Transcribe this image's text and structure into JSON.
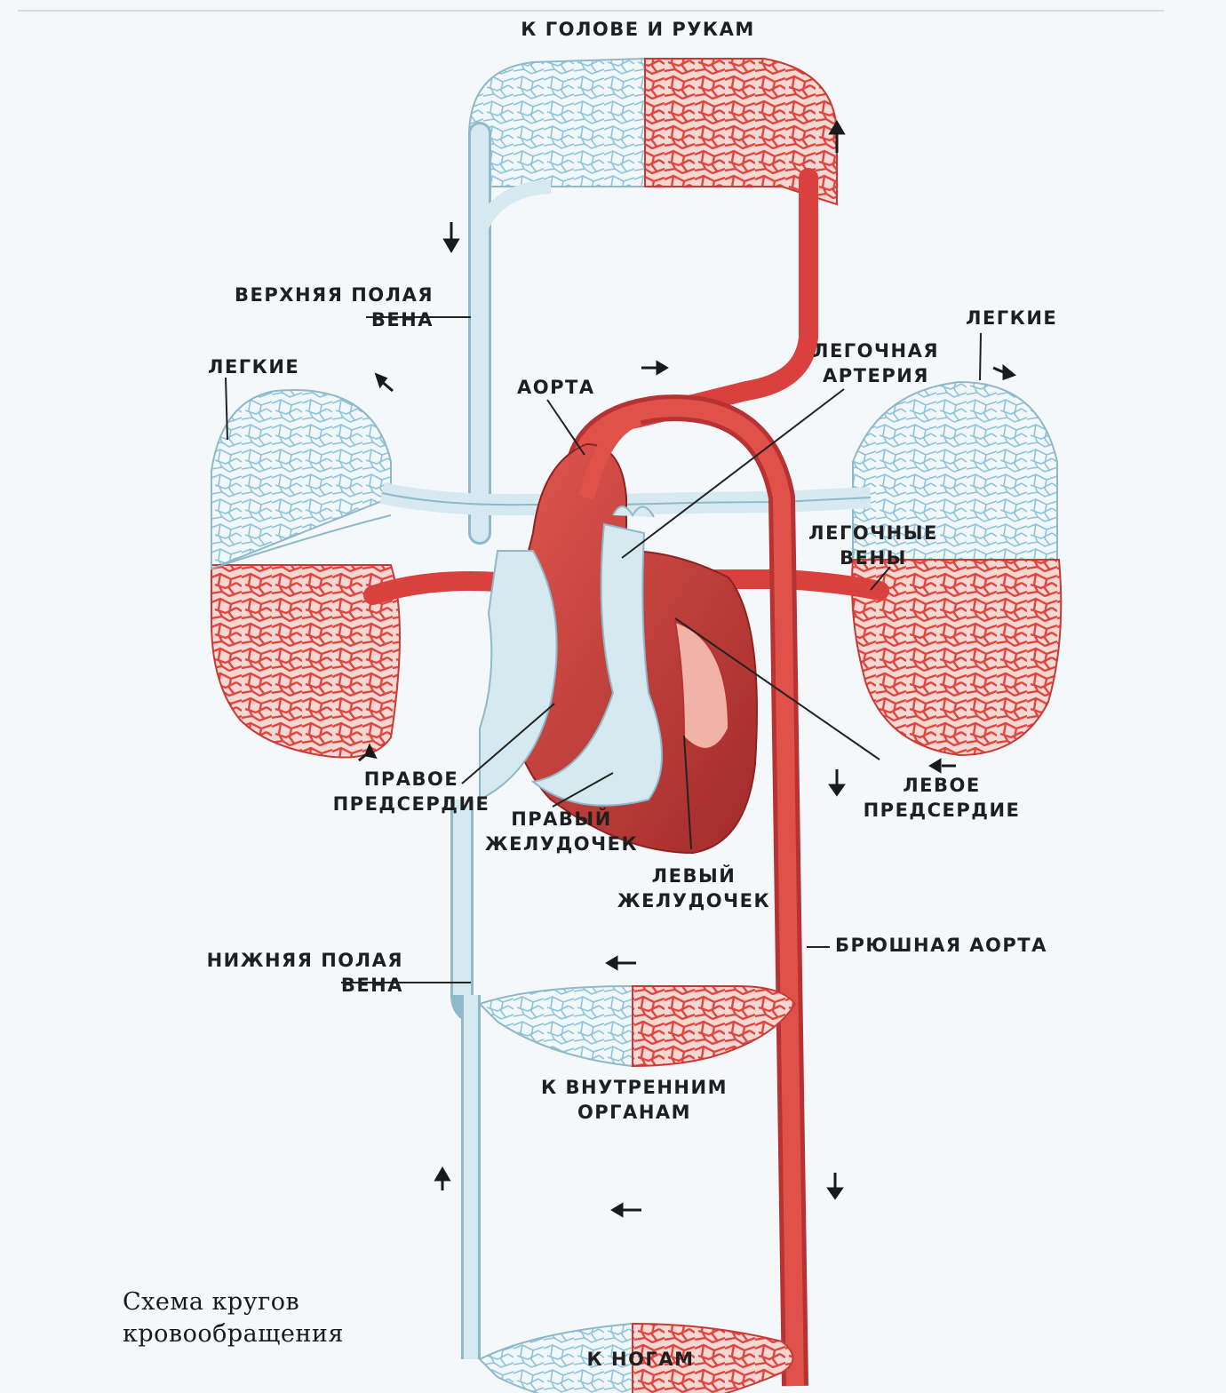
{
  "labels": {
    "head_arms": "К ГОЛОВЕ И РУКАМ",
    "superior_vena_cava": [
      "ВЕРХНЯЯ ПОЛАЯ",
      "ВЕНА"
    ],
    "lungs_left": "ЛЕГКИЕ",
    "lungs_right": "ЛЕГКИЕ",
    "aorta": "АОРТА",
    "pulmonary_artery": [
      "ЛЕГОЧНАЯ",
      "АРТЕРИЯ"
    ],
    "pulmonary_veins": [
      "ЛЕГОЧНЫЕ",
      "ВЕНЫ"
    ],
    "right_atrium": [
      "ПРАВОЕ",
      "ПРЕДСЕРДИЕ"
    ],
    "right_ventricle": [
      "ПРАВЫЙ",
      "ЖЕЛУДОЧЕК"
    ],
    "left_ventricle": [
      "ЛЕВЫЙ",
      "ЖЕЛУДОЧЕК"
    ],
    "left_atrium": [
      "ЛЕВОЕ",
      "ПРЕДСЕРДИЕ"
    ],
    "abdominal_aorta": "БРЮШНАЯ АОРТА",
    "inferior_vena_cava": [
      "НИЖНЯЯ ПОЛАЯ",
      "ВЕНА"
    ],
    "internal_organs": [
      "К ВНУТРЕННИМ",
      "ОРГАНАМ"
    ],
    "legs": "К НОГАМ"
  },
  "caption": [
    "Схема кругов",
    "кровообращения"
  ],
  "colors": {
    "arterial": "#d9403e",
    "arterial_dark": "#a82a2a",
    "venous": "#cfe4ec",
    "venous_edge": "#8fb8c8",
    "capillary_red": "#e0463f",
    "capillary_blue": "#8fc3d9",
    "background": "#f4f8fa"
  }
}
